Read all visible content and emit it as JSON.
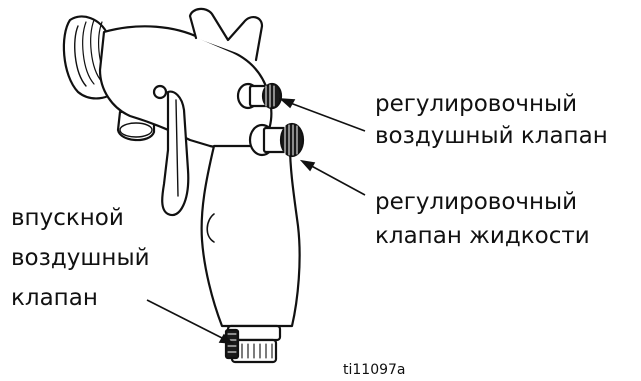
{
  "callouts": {
    "air_adjust": [
      "регулировочный",
      "воздушный клапан"
    ],
    "fluid_adjust": [
      "регулировочный",
      "клапан жидкости"
    ],
    "air_inlet": [
      "впускной",
      "воздушный",
      "клапан"
    ]
  },
  "figure_id": "ti11097a",
  "colors": {
    "line": "#111111",
    "fill": "#ffffff",
    "knob": "#1a1a1a"
  },
  "icons": [
    "spray-gun-illustration"
  ]
}
